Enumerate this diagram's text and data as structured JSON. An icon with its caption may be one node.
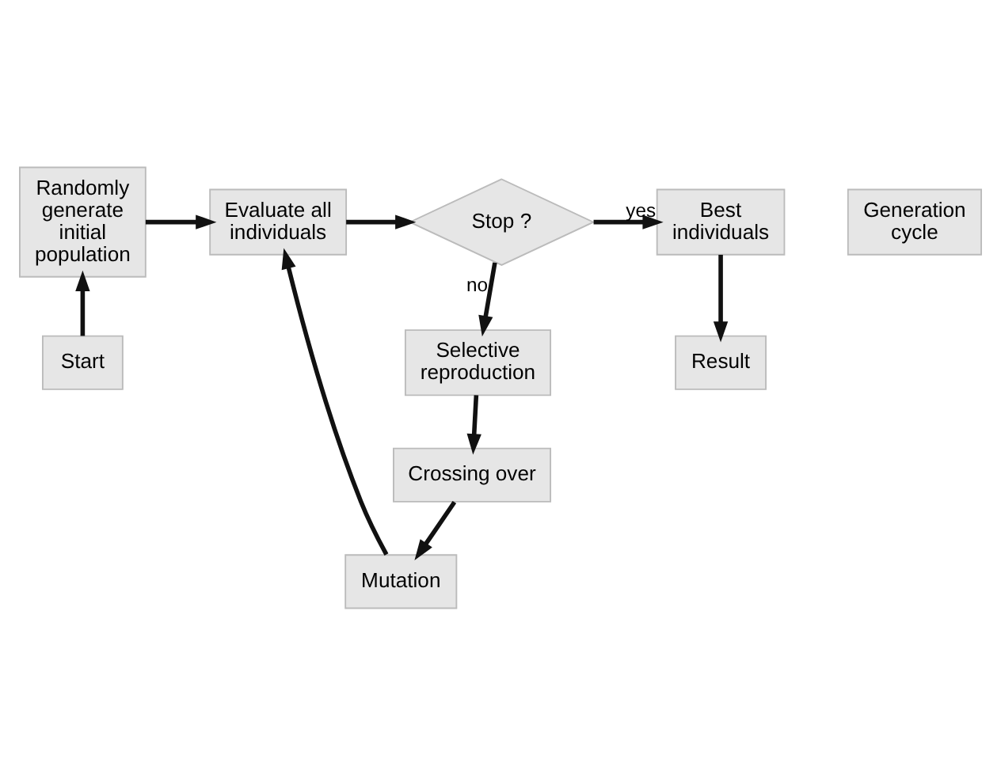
{
  "diagram": {
    "nodes": [
      {
        "text": [
          "Randomly generate initial population"
        ]
      },
      {
        "text": [
          "Evaluate all individuals"
        ]
      },
      {
        "text": [
          "Stop ?"
        ]
      },
      {
        "text": [
          "Best individuals"
        ]
      },
      {
        "text": [
          "Start"
        ]
      },
      {
        "text": [
          "Result"
        ]
      },
      {
        "text": [
          "Selective reproduction"
        ]
      },
      {
        "text": [
          "Crossing over"
        ]
      },
      {
        "text": [
          "Mutation"
        ]
      },
      {
        "text": [
          "Generation cycle"
        ]
      }
    ],
    "edges": [
      {
        "from": 4,
        "to": 0,
        "arrow": "to"
      },
      {
        "from": 0,
        "to": 1,
        "arrow": "to"
      },
      {
        "from": 1,
        "to": 2,
        "arrow": "to"
      },
      {
        "from": 2,
        "to": 3,
        "arrow": "to",
        "label": "yes"
      },
      {
        "from": 3,
        "to": 5,
        "arrow": "to"
      },
      {
        "from": 2,
        "to": 6,
        "arrow": "to",
        "label": "no"
      },
      {
        "from": 6,
        "to": 7,
        "arrow": "to"
      },
      {
        "from": 7,
        "to": 8,
        "arrow": "to"
      },
      {
        "from": 8,
        "to": 1,
        "arrow": "to"
      }
    ]
  }
}
